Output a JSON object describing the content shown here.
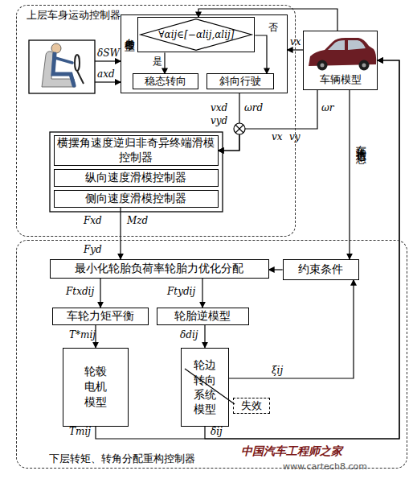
{
  "diagram": {
    "nodes": [
      {
        "text": [
          "上层车身运动控制器"
        ]
      },
      {
        "text": [
          "参考模型"
        ],
        "in": 0
      },
      {
        "text": [
          "∀αij∈[−αlij,αlij]"
        ],
        "in": 1
      },
      {
        "text": [
          "稳态转向"
        ],
        "in": 1
      },
      {
        "text": [
          "斜向行驶"
        ],
        "in": 1
      },
      {
        "text": [
          "横摆角速度逆归非奇异终端滑模控制器"
        ],
        "in": 0
      },
      {
        "text": [
          "纵向速度滑模控制器"
        ],
        "in": 0
      },
      {
        "text": [
          "侧向速度滑模控制器"
        ],
        "in": 0
      },
      {
        "text": [
          "车辆模型"
        ]
      },
      {
        "text": [
          "下层转矩、转角分配重构控制器"
        ]
      },
      {
        "text": [
          "最小化轮胎负荷率轮胎力优化分配"
        ],
        "in": 9
      },
      {
        "text": [
          "约束条件"
        ],
        "in": 9
      },
      {
        "text": [
          "车轮力矩平衡"
        ],
        "in": 9
      },
      {
        "text": [
          "轮胎逆模型"
        ],
        "in": 9
      },
      {
        "text": [
          "轮毂电机模型"
        ],
        "in": 9
      },
      {
        "text": [
          "轮边转向系统模型"
        ],
        "in": 9
      },
      {
        "text": [
          "失效"
        ],
        "in": 9
      }
    ],
    "edges": [
      {
        "from": 8,
        "to": 2,
        "arrow": "to"
      },
      {
        "from": 8,
        "to": 1,
        "label": "vx",
        "arrow": "to"
      },
      {
        "from": 2,
        "to": 3,
        "label": "是",
        "arrow": "to"
      },
      {
        "from": 2,
        "to": 4,
        "label": "否",
        "arrow": "to"
      },
      {
        "from": 1,
        "to": 5,
        "arrow": "to"
      },
      {
        "from": 8,
        "to": 5,
        "arrow": "to"
      },
      {
        "from": 7,
        "to": 10,
        "arrow": "to"
      },
      {
        "from": 8,
        "to": 11,
        "label": "车辆状态信息",
        "arrow": "to"
      },
      {
        "from": 11,
        "to": 10,
        "arrow": "to"
      },
      {
        "from": 10,
        "to": 12,
        "label": "Ftxdij",
        "arrow": "to"
      },
      {
        "from": 10,
        "to": 13,
        "label": "Ftydij",
        "arrow": "to"
      },
      {
        "from": 12,
        "to": 14,
        "label": "T*mij",
        "arrow": "to"
      },
      {
        "from": 13,
        "to": 15,
        "label": "δdij",
        "arrow": "to"
      },
      {
        "from": 15,
        "to": 11,
        "label": "ξij",
        "arrow": "to"
      },
      {
        "from": 14,
        "to": 8,
        "label": "Tmij",
        "arrow": "to"
      },
      {
        "from": 15,
        "to": 8,
        "label": "δij",
        "arrow": "to"
      }
    ],
    "labels": [
      "δSW",
      "axd",
      "vxd",
      "vyd",
      "ωrd",
      "vx",
      "vy",
      "ωr",
      "Fxd",
      "Fyd",
      "Mzd",
      "中国汽车工程师之家",
      "www.cartech8.com"
    ]
  }
}
